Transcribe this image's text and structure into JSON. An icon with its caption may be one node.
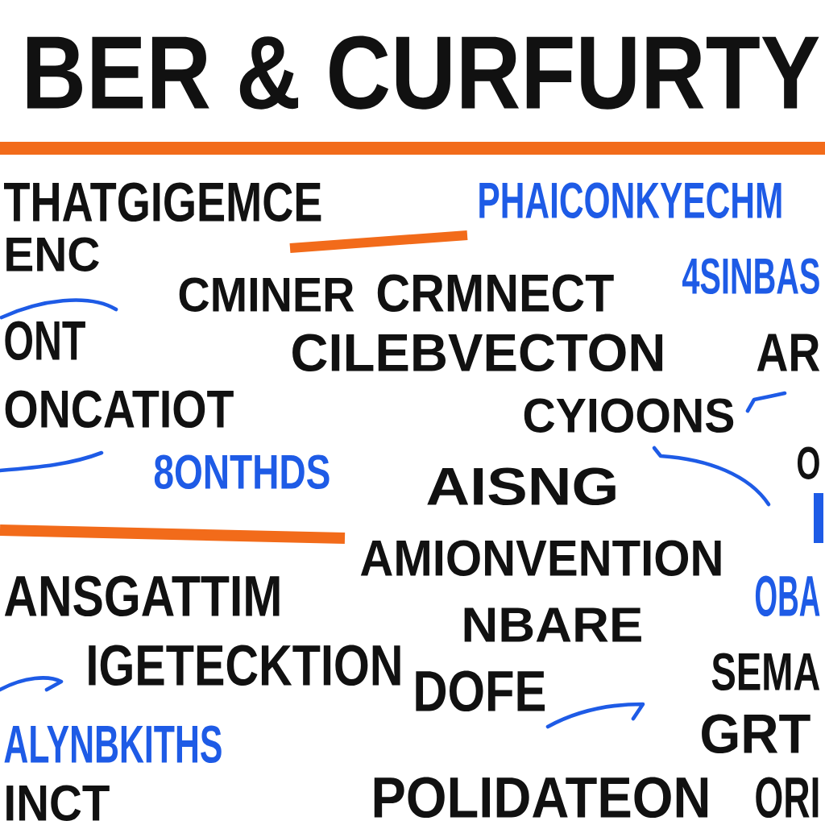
{
  "diagram": {
    "title": "BER & CURFURTY",
    "labels": [
      "THATGIGEMCE",
      "PHAICONKYECHM",
      "ENC",
      "4SINBAS",
      "CMINER",
      "CRMNECT",
      "ONT",
      "CILEBVECTON",
      "AR",
      "ONCATIOT",
      "CYIOONS",
      "8ONTHDS",
      "AISNG",
      "O",
      "AMIONVENTION",
      "ANSGATTIM",
      "OBA",
      "NBARE",
      "IGETECKTION",
      "DOFE",
      "SEMA",
      "ALYNBKITHS",
      "GRT",
      "INCT",
      "POLIDATEON",
      "ORI"
    ]
  }
}
